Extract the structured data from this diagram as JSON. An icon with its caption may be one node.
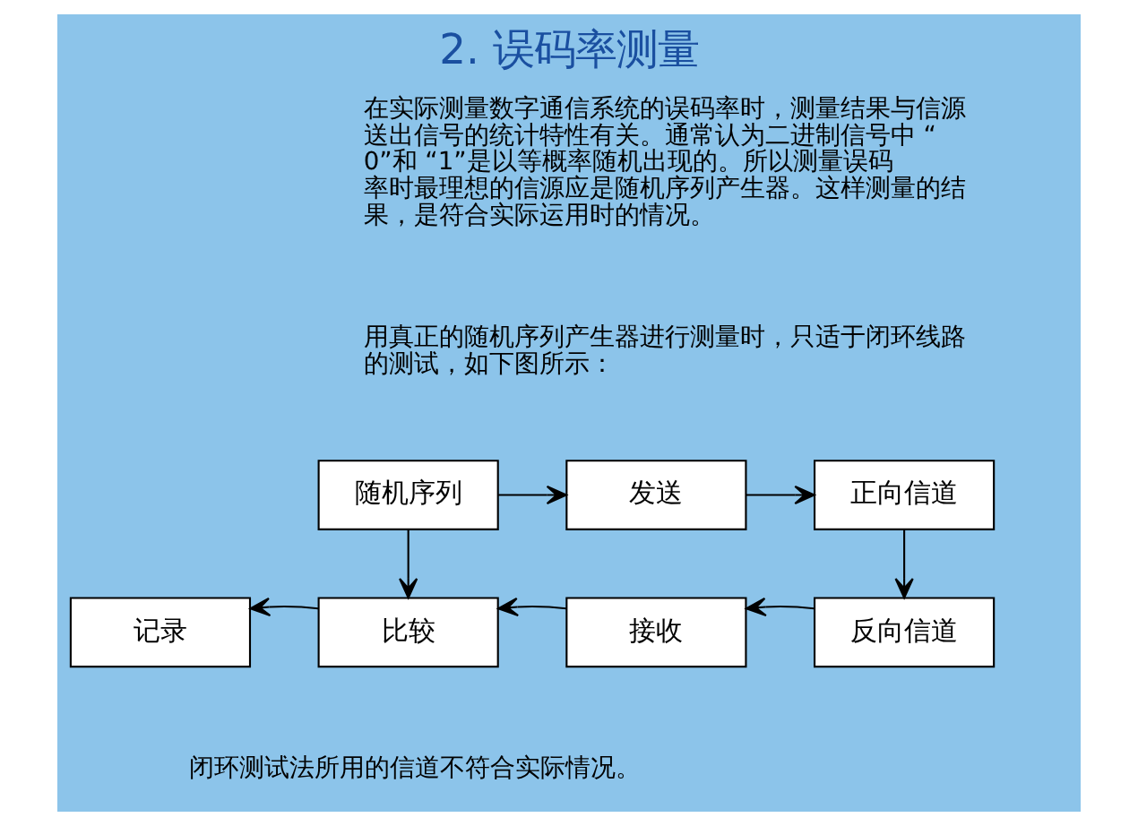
{
  "diagram": {
    "title": "2. 误码率测量",
    "nodes": [
      {
        "text": [
          "随机序列"
        ]
      },
      {
        "text": [
          "发送"
        ]
      },
      {
        "text": [
          "正向信道"
        ]
      },
      {
        "text": [
          "记录"
        ]
      },
      {
        "text": [
          "比较"
        ]
      },
      {
        "text": [
          "接收"
        ]
      },
      {
        "text": [
          "反向信道"
        ]
      }
    ],
    "edges": [
      {
        "from": 0,
        "to": 1,
        "arrow": "to"
      },
      {
        "from": 0,
        "to": 4,
        "arrow": "to"
      },
      {
        "from": 1,
        "to": 2,
        "arrow": "to"
      },
      {
        "from": 2,
        "to": 6,
        "arrow": "to"
      },
      {
        "from": 6,
        "to": 5,
        "arrow": "to"
      },
      {
        "from": 5,
        "to": 4,
        "arrow": "to"
      },
      {
        "from": 4,
        "to": 3,
        "arrow": "to"
      }
    ],
    "labels": [
      "在实际测量数字通信系统的误码率时，测量结果与信源送出信号的统计特性有关。通常认为二进制信号中 “0”和 “1”是以等概率随机出现的。所以测量误码率时最理想的信源应是随机序列产生器。这样测量的结果，是符合实际运用时的情况。",
      "用真正的随机序列产生器进行测量时，只适于闭环线路的测试，如下图所示：",
      "闭环测试法所用的信道不符合实际情况。"
    ]
  }
}
